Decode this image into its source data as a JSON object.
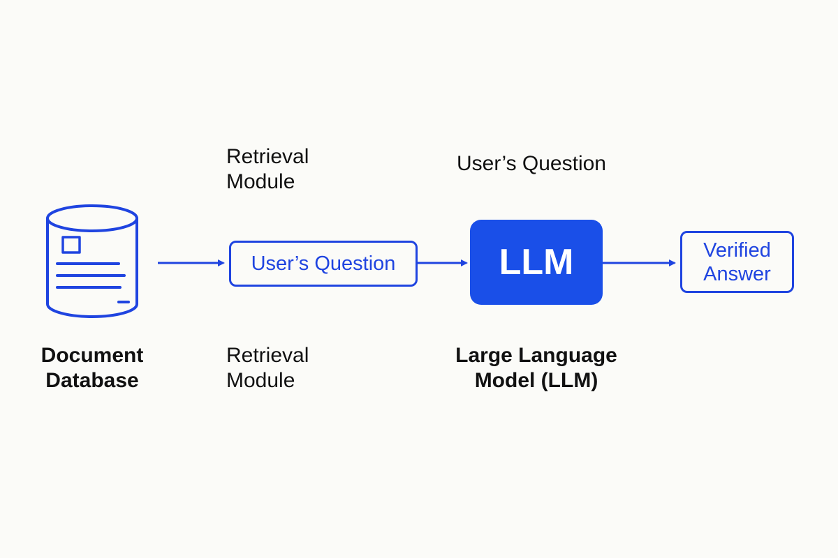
{
  "colors": {
    "accent": "#1f44e0",
    "llm_fill": "#1a4fe8",
    "text": "#111111",
    "background": "#fbfbf8"
  },
  "icons": [
    "database-icon"
  ],
  "labels": {
    "retrieval_top": "Retrieval\nModule",
    "question_top": "User’s Question",
    "document_database": "Document\nDatabase",
    "retrieval_bottom": "Retrieval\nModule",
    "llm_caption": "Large Language\nModel (LLM)"
  },
  "nodes": {
    "question": "User’s Question",
    "llm": "LLM",
    "answer": "Verified\nAnswer"
  }
}
